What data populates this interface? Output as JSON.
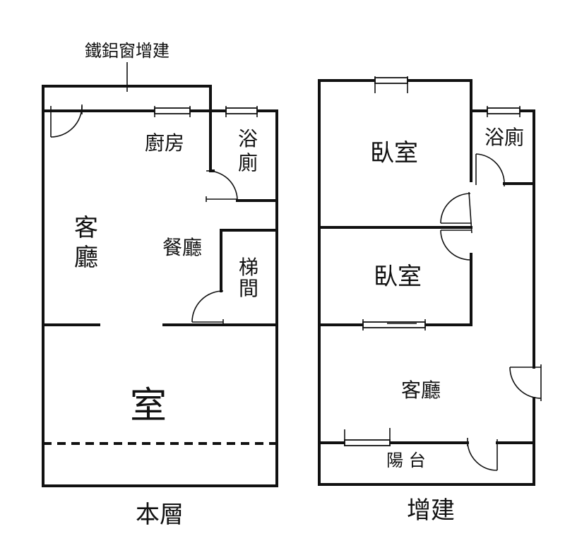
{
  "labels": {
    "annex_note": "鐵鋁窗增建",
    "main_floor_title": "本層",
    "addition_title": "增建",
    "main": {
      "kitchen": "廚房",
      "bath": [
        "浴",
        "廁"
      ],
      "living": [
        "客",
        "廳"
      ],
      "dining": "餐廳",
      "stairs": [
        "梯",
        "間"
      ],
      "room": "室"
    },
    "addition": {
      "bedroom1": "臥室",
      "bath": "浴廁",
      "bedroom2": "臥室",
      "living": "客廳",
      "balcony": "陽 台"
    }
  }
}
